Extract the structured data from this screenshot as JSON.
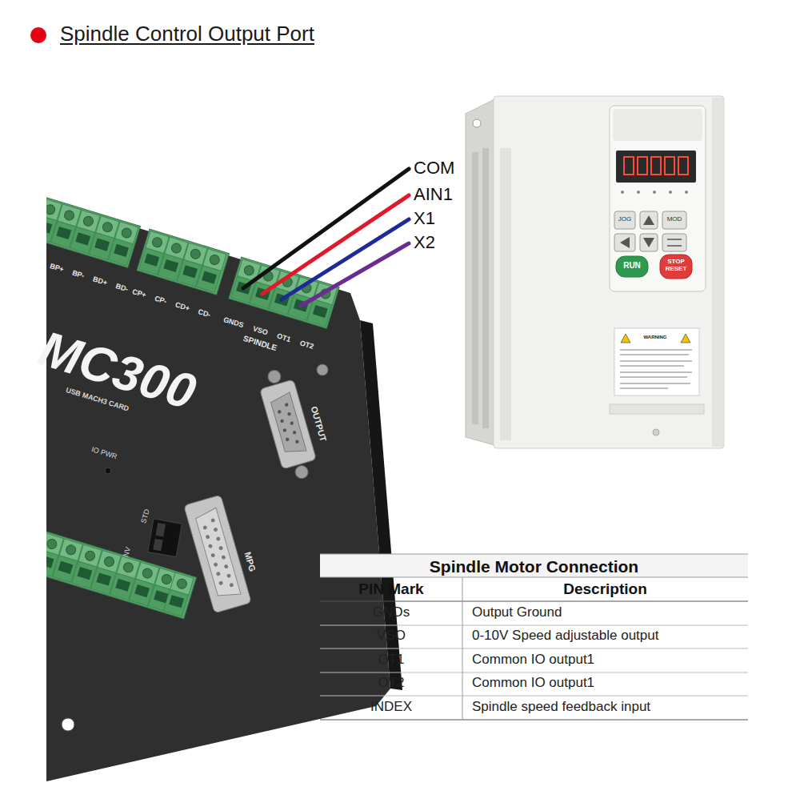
{
  "diagram": {
    "title": "Spindle Control Output Port",
    "labels": [
      "BP+ BP- BD+ BD-",
      "CP+ CP- CD+ CD-",
      "GNDS VSO OT1 OT2",
      "SPINDLE",
      "MC300",
      "USB MACH3 CARD",
      "IO PWR",
      "STD",
      "NV",
      "OUTPUT",
      "MPG",
      "COM",
      "AIN1",
      "X1",
      "X2",
      "JOG",
      "MOD",
      "RUN",
      "STOP RESET",
      "WARNING",
      "Spindle Motor Connection",
      "PIN Mark",
      "Description",
      "GNDs",
      "Output Ground",
      "VSO",
      "0-10V Speed adjustable output",
      "OT1",
      "Common IO output1",
      "OT2",
      "Common IO output1",
      "INDEX",
      "Spindle speed feedback input"
    ]
  }
}
